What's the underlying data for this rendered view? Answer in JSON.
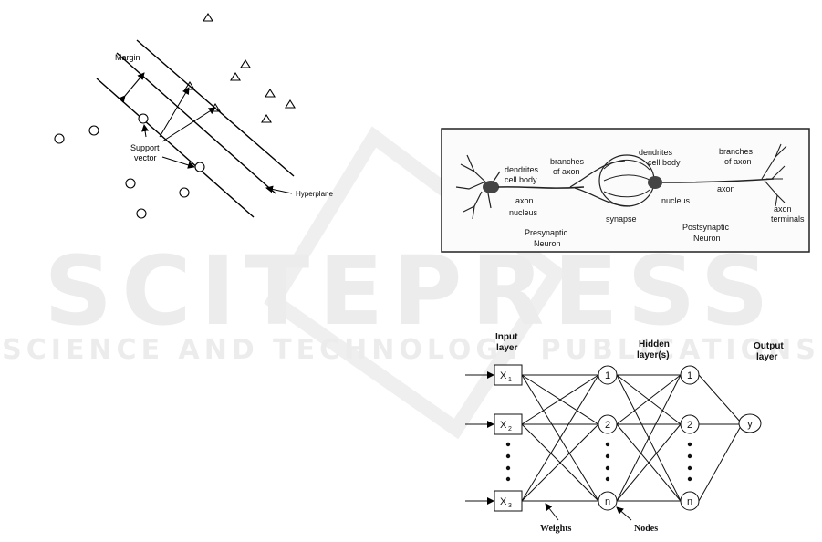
{
  "watermark": {
    "line1": "SCITEPRESS",
    "line2": "SCIENCE AND TECHNOLOGY PUBLICATIONS"
  },
  "svm": {
    "margin_label": "Margin",
    "support_label_1": "Support",
    "support_label_2": "vector",
    "hyperplane_label": "Hyperplane"
  },
  "neuron": {
    "left_dendrites": "dendrites",
    "left_cell_body": "cell body",
    "left_axon": "axon",
    "left_nucleus": "nucleus",
    "branches_1": "branches",
    "branches_2": "of axon",
    "mid_dendrites": "dendrites",
    "mid_cell_body": "cell body",
    "synapse": "synapse",
    "mid_nucleus": "nucleus",
    "right_axon": "axon",
    "right_branches_1": "branches",
    "right_branches_2": "of axon",
    "terminals_1": "axon",
    "terminals_2": "terminals",
    "pre_1": "Presynaptic",
    "pre_2": "Neuron",
    "post_1": "Postsynaptic",
    "post_2": "Neuron"
  },
  "ann": {
    "input_1": "Input",
    "input_2": "layer",
    "hidden_1": "Hidden",
    "hidden_2": "layer(s)",
    "output_1": "Output",
    "output_2": "layer",
    "x1": "X",
    "x1_sub": "1",
    "x2": "X",
    "x2_sub": "2",
    "x3": "X",
    "x3_sub": "3",
    "h1_1": "1",
    "h1_2": "2",
    "h1_n": "n",
    "h2_1": "1",
    "h2_2": "2",
    "h2_n": "n",
    "y": "y",
    "weights": "Weights",
    "nodes": "Nodes"
  }
}
